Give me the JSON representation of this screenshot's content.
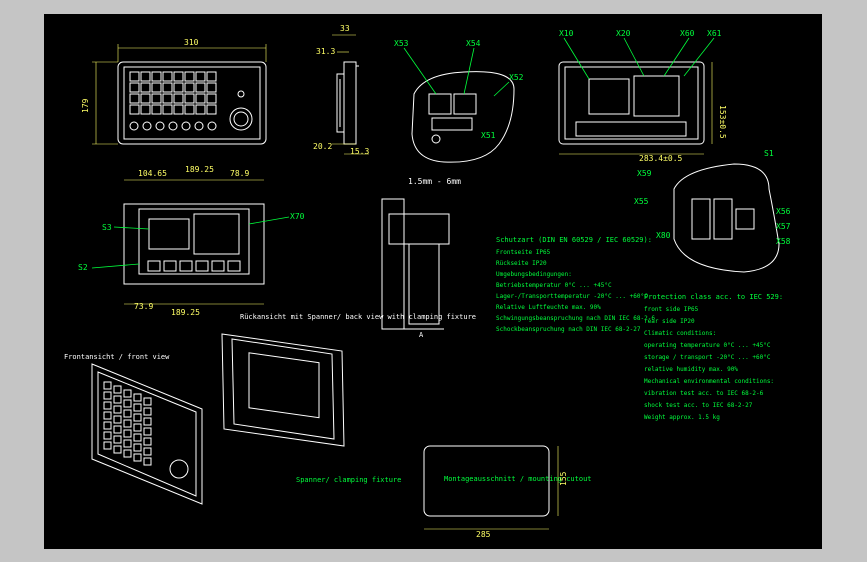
{
  "colors": {
    "background": "#000000",
    "frame": "#c5c5c5",
    "primary": "#ffffff",
    "labels": "#00ff3c",
    "dims": "#ffff66"
  },
  "dims": {
    "top_width": "310",
    "top_height": "179",
    "side_w1": "33",
    "side_w2": "31.3",
    "side_h1": "20.2",
    "side_w3": "15.3",
    "back_w1": "104.65",
    "back_w2": "189.25",
    "back_w3": "78.9",
    "back_w4": "73.9",
    "back_w5": "189.25",
    "rear_w": "283.4±0.5",
    "rear_h": "153±0.5",
    "cut_w": "285",
    "cut_h": "155",
    "sec_dim": "1.5mm - 6mm",
    "a_label": "A"
  },
  "labels": {
    "x53": "X53",
    "x54": "X54",
    "x52": "X52",
    "x51": "X51",
    "x10": "X10",
    "x20": "X20",
    "x60": "X60",
    "x61": "X61",
    "x59": "X59",
    "x55": "X55",
    "x70": "X70",
    "s1": "S1",
    "s2": "S2",
    "s3": "S3",
    "x56": "X56",
    "x57": "X57",
    "x58": "X58",
    "x80": "X80",
    "front_view": "Frontansicht / front view",
    "back_view": "Rückansicht mit Spanner/ back view with clamping fixture",
    "clamp": "Spanner/ clamping fixture",
    "opening": "Montageausschnitt / mounting cutout"
  },
  "notes": {
    "spec_title": "Schutzart (DIN EN 60529 / IEC 60529):",
    "spec_lines": [
      "Frontseite IP65",
      "Rückseite IP20",
      "Umgebungsbedingungen:",
      "Betriebstemperatur 0°C ... +45°C",
      "Lager-/Transporttemperatur -20°C ... +60°C",
      "Relative Luftfeuchte max. 90%",
      "Schwingungsbeanspruchung nach DIN IEC 68-2-6",
      "Schockbeanspruchung nach DIN IEC 68-2-27"
    ],
    "right_title": "Protection class acc. to IEC 529:",
    "right_lines": [
      "front side IP65",
      "rear side IP20",
      "Climatic conditions:",
      "operating temperature 0°C ... +45°C",
      "storage / transport -20°C ... +60°C",
      "relative humidity max. 90%",
      "Mechanical environmental conditions:",
      "vibration test acc. to IEC 68-2-6",
      "shock test acc. to IEC 68-2-27",
      "Weight approx. 1.5 kg"
    ]
  }
}
